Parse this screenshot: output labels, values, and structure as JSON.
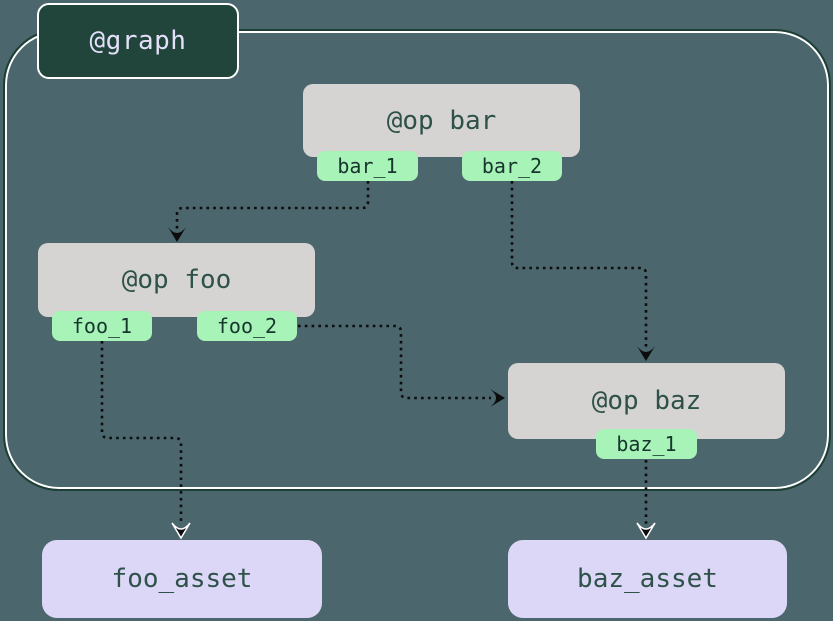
{
  "graph": {
    "label": "@graph"
  },
  "ops": [
    {
      "id": "bar",
      "label": "@op bar",
      "outputs": [
        {
          "label": "bar_1"
        },
        {
          "label": "bar_2"
        }
      ]
    },
    {
      "id": "foo",
      "label": "@op foo",
      "outputs": [
        {
          "label": "foo_1"
        },
        {
          "label": "foo_2"
        }
      ]
    },
    {
      "id": "baz",
      "label": "@op baz",
      "outputs": [
        {
          "label": "baz_1"
        }
      ]
    }
  ],
  "assets": [
    {
      "label": "foo_asset"
    },
    {
      "label": "baz_asset"
    }
  ],
  "edges": [
    {
      "from": "bar_1",
      "to": "@op foo"
    },
    {
      "from": "bar_2",
      "to": "@op baz"
    },
    {
      "from": "foo_2",
      "to": "@op baz"
    },
    {
      "from": "foo_1",
      "to": "foo_asset"
    },
    {
      "from": "baz_1",
      "to": "baz_asset"
    }
  ],
  "colors": {
    "background": "#4b666c",
    "graph_label_fill": "#21453a",
    "graph_label_text": "#e4e0fb",
    "container_border_dark": "#1e3f36",
    "container_border_inner": "#ffffff",
    "op_fill": "#d6d3d3",
    "op_text": "#2e5249",
    "output_tab_fill": "#a7f3b8",
    "output_tab_text": "#17362d",
    "asset_fill": "#dcd7f6",
    "asset_text": "#2e5249",
    "edge": "#0c0c0c"
  }
}
